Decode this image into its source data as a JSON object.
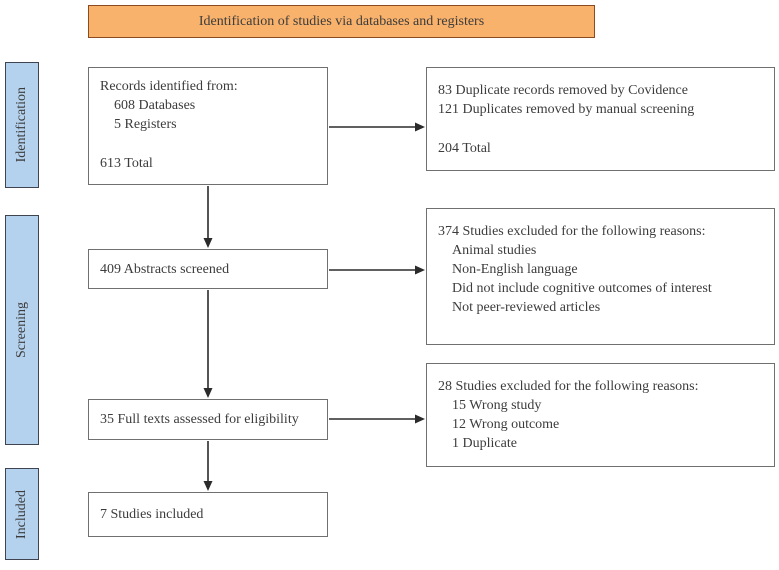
{
  "banner": {
    "label": "Identification of studies via databases and registers"
  },
  "stages": [
    {
      "label": "Identification"
    },
    {
      "label": "Screening"
    },
    {
      "label": "Included"
    }
  ],
  "flow": {
    "records": {
      "title": "Records identified from:",
      "items": [
        "608 Databases",
        "5 Registers"
      ],
      "total": "613 Total"
    },
    "abstracts": {
      "label": "409 Abstracts screened"
    },
    "fulltexts": {
      "label": "35 Full texts assessed for eligibility"
    },
    "included": {
      "label": "7 Studies included"
    }
  },
  "exclusions": {
    "duplicates": {
      "lines": [
        "83 Duplicate records removed by Covidence",
        "121 Duplicates removed by manual screening"
      ],
      "total": "204 Total"
    },
    "screening": {
      "title": "374 Studies excluded for the following reasons:",
      "items": [
        "Animal studies",
        "Non-English language",
        "Did not include cognitive outcomes of interest",
        "Not peer-reviewed articles"
      ]
    },
    "fulltext": {
      "title": "28 Studies excluded for the following reasons:",
      "items": [
        "15 Wrong study",
        "12 Wrong outcome",
        "1 Duplicate"
      ]
    }
  },
  "colors": {
    "banner_fill": "#F9B26C",
    "banner_border": "#8C4A21",
    "stage_fill": "#B4D2EE",
    "stage_border": "#3F4450",
    "box_border": "#707070",
    "arrow": "#2B2B2B",
    "text": "#3C3C3C",
    "background": "#FFFFFF"
  }
}
